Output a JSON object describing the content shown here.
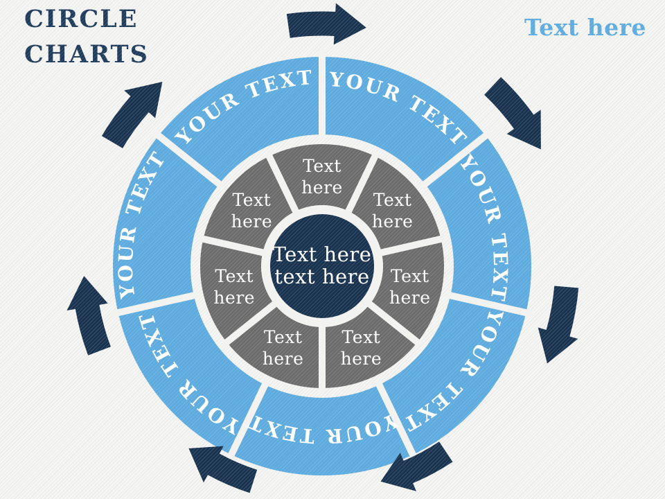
{
  "slide": {
    "title_line1": "CIRCLE",
    "title_line2": "CHARTS",
    "corner_text": "Text here"
  },
  "colors": {
    "background": "#f2f2f0",
    "accent_blue": "#5caade",
    "navy": "#17314e",
    "title_navy": "#1e3a5a",
    "gray": "#6b6b6b",
    "white": "#ffffff"
  },
  "diagram": {
    "center_line1": "Text here",
    "center_line2": "text here",
    "outer_segments": [
      {
        "label": "YOUR TEXT"
      },
      {
        "label": "YOUR TEXT"
      },
      {
        "label": "YOUR TEXT"
      },
      {
        "label": "YOUR TEXT"
      },
      {
        "label": "YOUR TEXT"
      },
      {
        "label": "YOUR TEXT"
      },
      {
        "label": "YOUR TEXT"
      }
    ],
    "inner_segments": [
      {
        "line1": "Text",
        "line2": "here"
      },
      {
        "line1": "Text",
        "line2": "here"
      },
      {
        "line1": "Text",
        "line2": "here"
      },
      {
        "line1": "Text",
        "line2": "here"
      },
      {
        "line1": "Text",
        "line2": "here"
      },
      {
        "line1": "Text",
        "line2": "here"
      },
      {
        "line1": "Text",
        "line2": "here"
      }
    ],
    "arrow_count": 7
  }
}
